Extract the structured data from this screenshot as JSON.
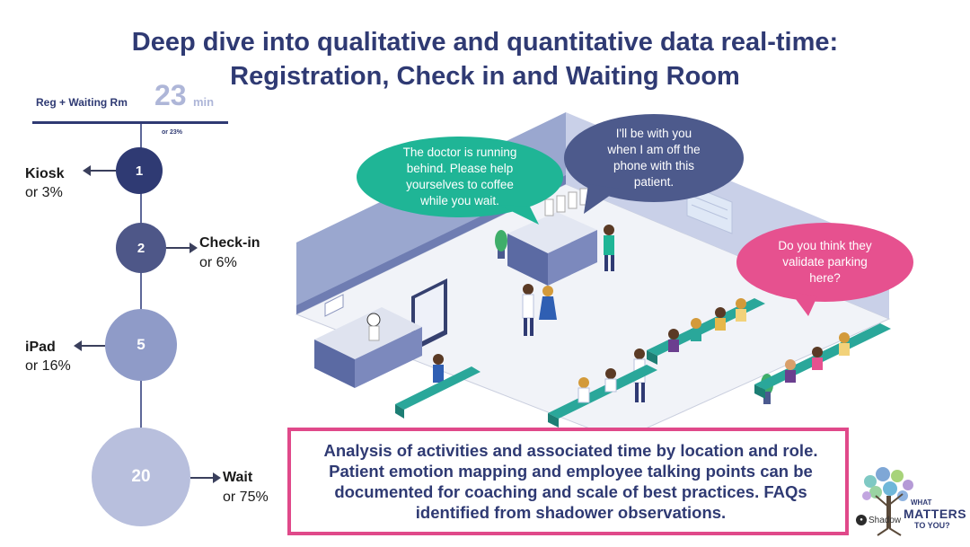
{
  "title": {
    "line1": "Deep dive into qualitative and quantitative data real-time:",
    "line2": "Registration, Check in and Waiting Room"
  },
  "summary": {
    "label": "Reg + Waiting Rm",
    "total_value": "23",
    "total_unit": "min",
    "total_pct": "or 23%"
  },
  "steps": [
    {
      "minutes": "1",
      "name": "Kiosk",
      "pct": "or 3%",
      "color": "#2f3a73"
    },
    {
      "minutes": "2",
      "name": "Check-in",
      "pct": "or 6%",
      "color": "#4e5788"
    },
    {
      "minutes": "5",
      "name": "iPad",
      "pct": "or 16%",
      "color": "#8f9bc8"
    },
    {
      "minutes": "20",
      "name": "Wait",
      "pct": "or 75%",
      "color": "#b8bfdd"
    }
  ],
  "bubbles": {
    "teal": {
      "line1": "The doctor is running",
      "line2": "behind. Please help",
      "line3": "yourselves to coffee",
      "line4": "while you wait.",
      "color": "#1fb596"
    },
    "navy": {
      "line1": "I'll be with you",
      "line2": "when I am off the",
      "line3": "phone with this",
      "line4": "patient.",
      "color": "#4d5a8c"
    },
    "pink": {
      "line1": "Do you think they",
      "line2": "validate parking",
      "line3": "here?",
      "color": "#e6518f"
    }
  },
  "callout": {
    "text": "Analysis of activities and associated time by location and role. Patient emotion mapping and employee talking points can be documented for coaching and scale of best practices. FAQs identified from shadower observations.",
    "border_color": "#e0498a"
  },
  "logo": {
    "what": "WHAT",
    "matters": "MATTERS",
    "to_you": "TO YOU?",
    "brand": "Shadow"
  }
}
